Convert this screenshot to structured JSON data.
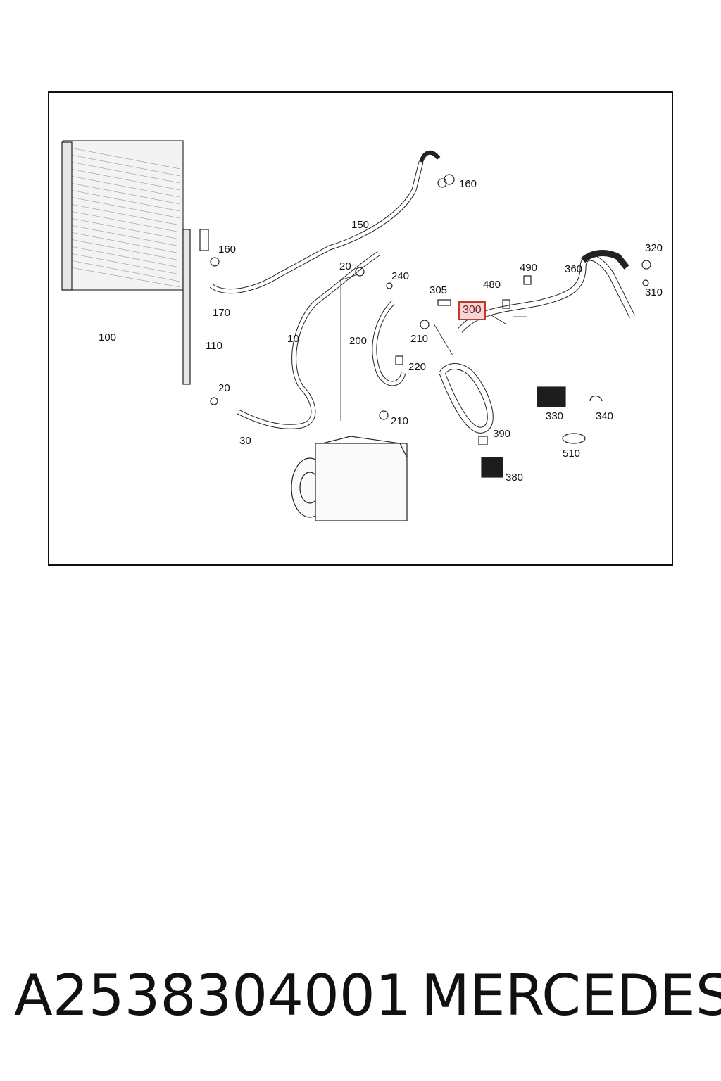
{
  "diagram": {
    "callouts": [
      {
        "id": "c100",
        "text": "100"
      },
      {
        "id": "c10",
        "text": "10"
      },
      {
        "id": "c20a",
        "text": "20"
      },
      {
        "id": "c20b",
        "text": "20"
      },
      {
        "id": "c30",
        "text": "30"
      },
      {
        "id": "c110",
        "text": "110"
      },
      {
        "id": "c150",
        "text": "150"
      },
      {
        "id": "c160a",
        "text": "160"
      },
      {
        "id": "c160b",
        "text": "160"
      },
      {
        "id": "c170",
        "text": "170"
      },
      {
        "id": "c200",
        "text": "200"
      },
      {
        "id": "c210a",
        "text": "210"
      },
      {
        "id": "c210b",
        "text": "210"
      },
      {
        "id": "c220",
        "text": "220"
      },
      {
        "id": "c240",
        "text": "240"
      },
      {
        "id": "c300",
        "text": "300",
        "highlighted": true
      },
      {
        "id": "c305",
        "text": "305"
      },
      {
        "id": "c310",
        "text": "310"
      },
      {
        "id": "c320",
        "text": "320"
      },
      {
        "id": "c330",
        "text": "330"
      },
      {
        "id": "c340",
        "text": "340"
      },
      {
        "id": "c360",
        "text": "360"
      },
      {
        "id": "c380",
        "text": "380"
      },
      {
        "id": "c390",
        "text": "390"
      },
      {
        "id": "c480",
        "text": "480"
      },
      {
        "id": "c490",
        "text": "490"
      },
      {
        "id": "c510",
        "text": "510"
      }
    ]
  },
  "footer": {
    "part_number": "A2538304001",
    "brand": "MERCEDES"
  },
  "colors": {
    "highlight_border": "#c0392b",
    "highlight_fill": "#f4d6d6",
    "line": "#111111"
  }
}
